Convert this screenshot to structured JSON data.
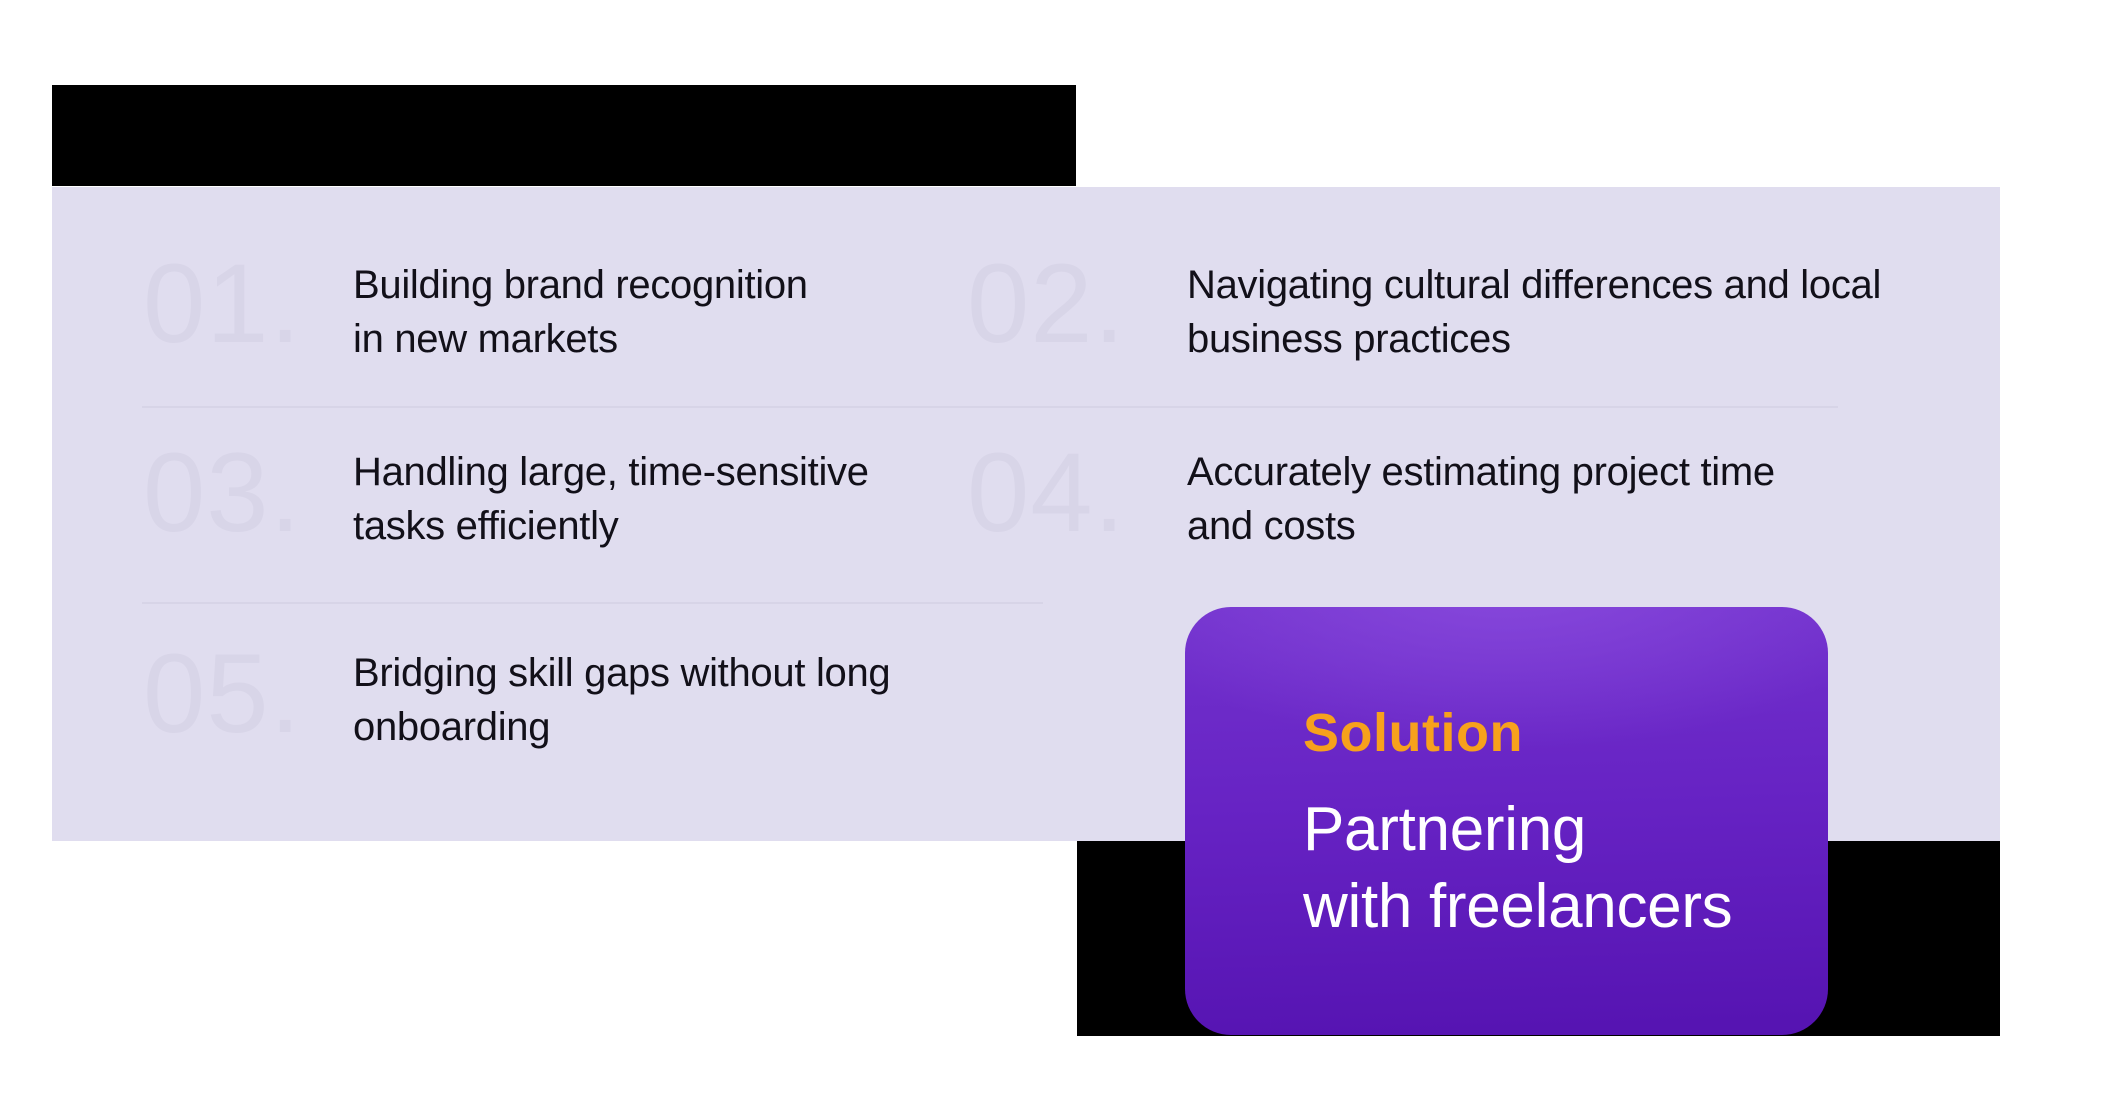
{
  "panel": {
    "items": [
      {
        "number": "01.",
        "line1": "Building brand recognition",
        "line2": "in new markets"
      },
      {
        "number": "02.",
        "line1": "Navigating cultural differences and local",
        "line2": "business practices"
      },
      {
        "number": "03.",
        "line1": "Handling large, time-sensitive",
        "line2": "tasks efficiently"
      },
      {
        "number": "04.",
        "line1": "Accurately estimating project time",
        "line2": "and costs"
      },
      {
        "number": "05.",
        "line1": "Bridging skill gaps without long",
        "line2": "onboarding"
      }
    ]
  },
  "solution_card": {
    "label": "Solution",
    "line1": "Partnering",
    "line2": "with freelancers"
  },
  "colors": {
    "page_background": "#ffffff",
    "panel_background": "#e0ddef",
    "ghost_number": "#d8d5e8",
    "divider": "#d7d4e7",
    "item_text": "#121019",
    "black_blocks": "#000000",
    "card_gradient_top": "#7232cd",
    "card_gradient_bottom": "#5513b1",
    "solution_label": "#f7a11c",
    "solution_text": "#ffffff"
  }
}
